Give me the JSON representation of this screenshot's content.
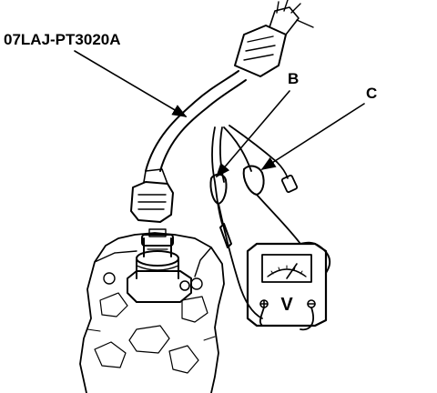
{
  "labels": {
    "tool_part_number": "07LAJ-PT3020A",
    "callout_b": "B",
    "callout_c": "C"
  },
  "meter": {
    "unit_symbol": "V"
  }
}
